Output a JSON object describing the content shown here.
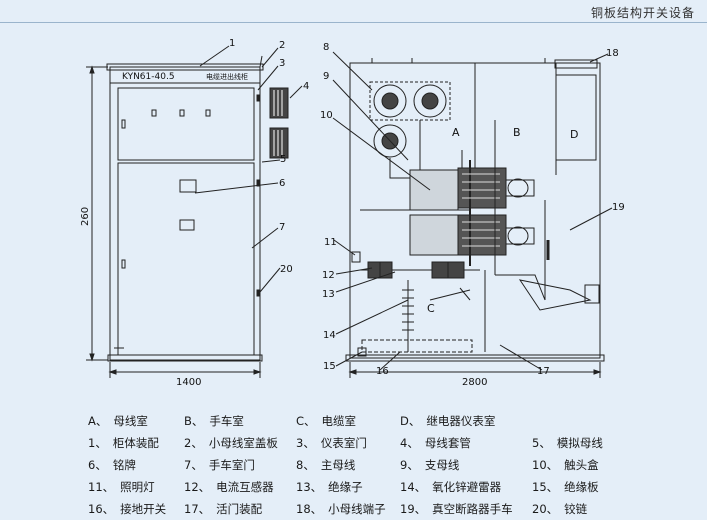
{
  "header": {
    "title": "铜板结构开关设备"
  },
  "front_view": {
    "nameplate_model": "KYN61-40.5",
    "nameplate_desc": "电缆进出线柜",
    "height_dim": "260",
    "width_dim": "1400"
  },
  "side_view": {
    "width_dim": "2800",
    "compartments": [
      "A",
      "B",
      "C",
      "D"
    ]
  },
  "callouts": [
    "1",
    "2",
    "3",
    "4",
    "5",
    "6",
    "7",
    "20",
    "8",
    "9",
    "10",
    "11",
    "12",
    "13",
    "14",
    "15",
    "16",
    "17",
    "18",
    "19"
  ],
  "legend_rows": [
    [
      {
        "num": "A、",
        "label": "母线室"
      },
      {
        "num": "B、",
        "label": "手车室"
      },
      {
        "num": "C、",
        "label": "电缆室"
      },
      {
        "num": "D、",
        "label": "继电器仪表室"
      }
    ],
    [
      {
        "num": "1、",
        "label": "柜体装配"
      },
      {
        "num": "2、",
        "label": "小母线室盖板"
      },
      {
        "num": "3、",
        "label": "仪表室门"
      },
      {
        "num": "4、",
        "label": "母线套管"
      },
      {
        "num": "5、",
        "label": "模拟母线"
      }
    ],
    [
      {
        "num": "6、",
        "label": "铭牌"
      },
      {
        "num": "7、",
        "label": "手车室门"
      },
      {
        "num": "8、",
        "label": "主母线"
      },
      {
        "num": "9、",
        "label": "支母线"
      },
      {
        "num": "10、",
        "label": "触头盒"
      }
    ],
    [
      {
        "num": "11、",
        "label": "照明灯"
      },
      {
        "num": "12、",
        "label": "电流互感器"
      },
      {
        "num": "13、",
        "label": "绝缘子"
      },
      {
        "num": "14、",
        "label": "氧化锌避雷器"
      },
      {
        "num": "15、",
        "label": "绝缘板"
      }
    ],
    [
      {
        "num": "16、",
        "label": "接地开关"
      },
      {
        "num": "17、",
        "label": "活门装配"
      },
      {
        "num": "18、",
        "label": "小母线端子"
      },
      {
        "num": "19、",
        "label": "真空断路器手车"
      },
      {
        "num": "20、",
        "label": "铰链"
      }
    ]
  ]
}
